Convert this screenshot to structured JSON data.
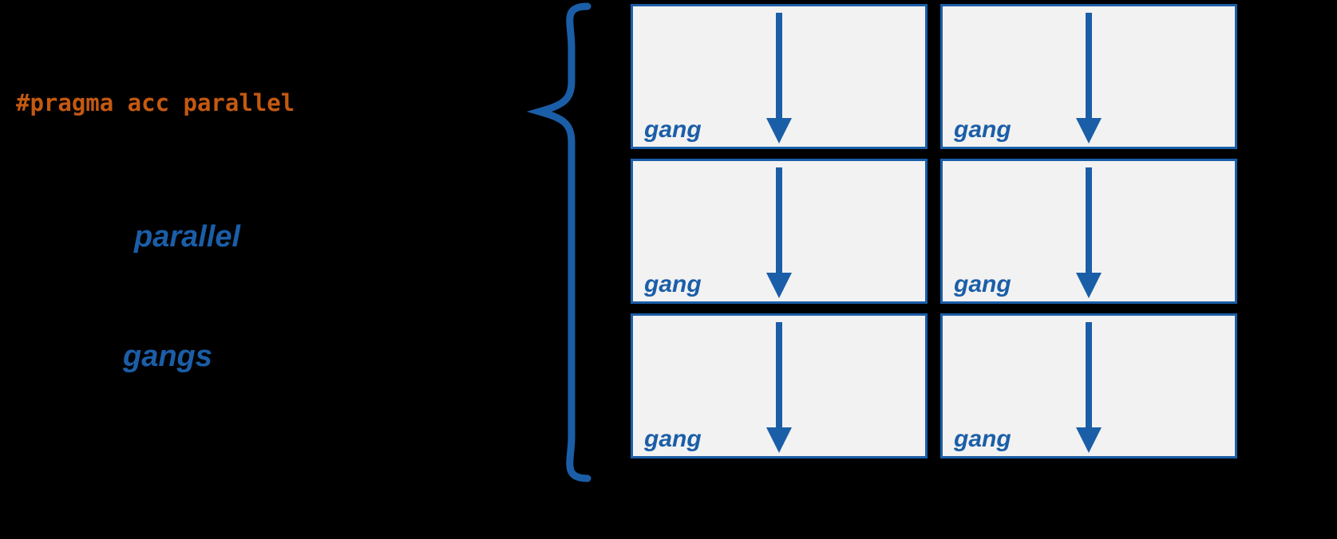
{
  "diagram": {
    "title_comment": "OpenACC parallel gangs diagram",
    "pragma_text": "#pragma acc parallel",
    "left_labels": {
      "parallel": "parallel",
      "gangs": "gangs"
    },
    "colors": {
      "background": "#000000",
      "accent_blue": "#1b5ea8",
      "pragma_orange": "#c45911",
      "cell_background": "#f2f2f2"
    },
    "grid": {
      "rows": 3,
      "cols": 2,
      "cell_label": "gang",
      "cell_icon": "down-arrow-icon"
    },
    "brace_icon": "left-curly-brace-icon"
  }
}
